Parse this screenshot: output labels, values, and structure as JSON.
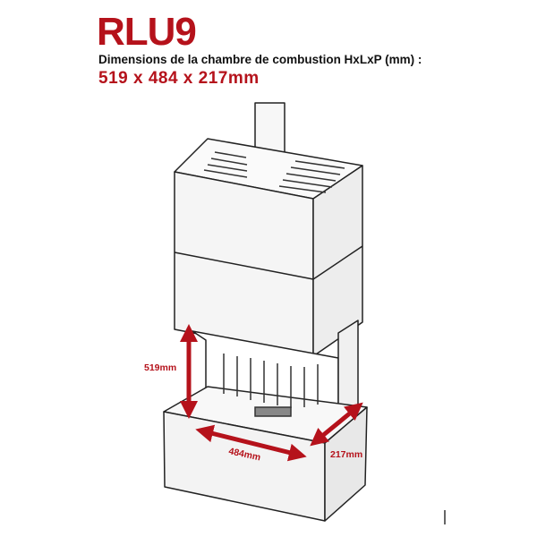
{
  "title": "RLU9",
  "subtitle": "Dimensions de la chambre de combustion HxLxP (mm) :",
  "dimensions": "519 x 484 x 217mm",
  "labels": {
    "height": "519mm",
    "width": "484mm",
    "depth": "217mm"
  },
  "colors": {
    "accent": "#b5121b",
    "outline": "#222222"
  }
}
